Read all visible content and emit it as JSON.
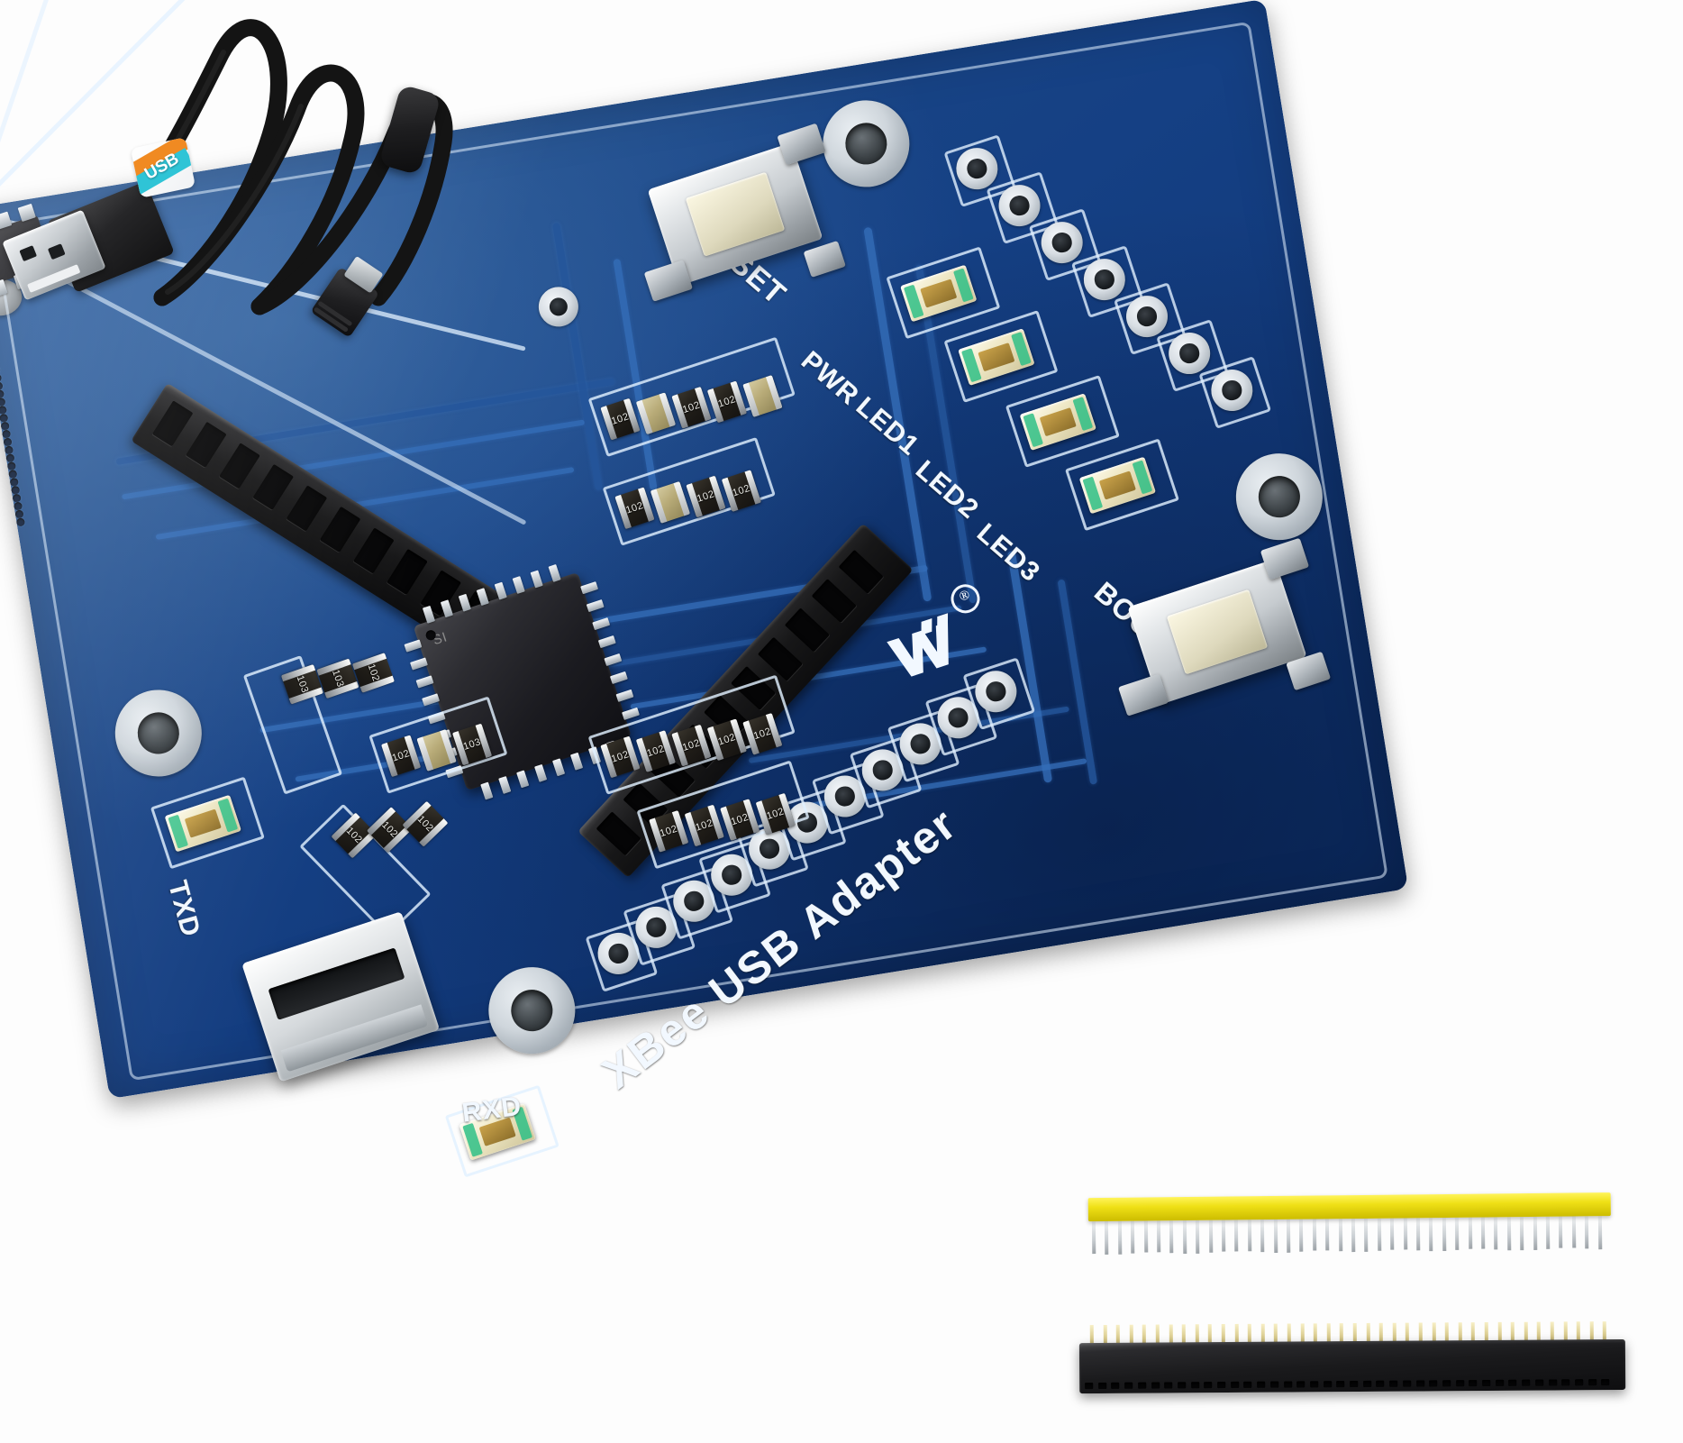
{
  "scene": {
    "subject": "XBee USB Adapter board with USB cable and pin header strips",
    "background_color": "#ffffff"
  },
  "board": {
    "name": "XBee USB Adapter",
    "title_silkscreen": "XBee USB Adapter",
    "pcb_color": "#174084",
    "silkscreen_color": "#f2f8ff",
    "brand": {
      "logo_name": "waveshare-logo",
      "registered_mark": "®"
    },
    "labels": {
      "reset": "RESET",
      "boot": "BOOT",
      "pwr": "PWR",
      "led1": "LED1",
      "led2": "LED2",
      "led3": "LED3",
      "txd": "TXD",
      "rxd": "RXD"
    },
    "buttons": [
      {
        "name": "reset-button",
        "label": "RESET"
      },
      {
        "name": "boot-button",
        "label": "BOOT"
      }
    ],
    "indicator_leds": [
      {
        "name": "pwr-led",
        "label": "PWR"
      },
      {
        "name": "led1-indicator",
        "label": "LED1"
      },
      {
        "name": "led2-indicator",
        "label": "LED2"
      },
      {
        "name": "led3-indicator",
        "label": "LED3"
      },
      {
        "name": "txd-led",
        "label": "TXD"
      },
      {
        "name": "rxd-led",
        "label": "RXD"
      }
    ],
    "connectors": {
      "micro_usb": "micro-usb-port",
      "socket_left_pins": 10,
      "socket_right_pins": 10,
      "breakout_pads_right": 7,
      "breakout_pads_bottom": 11
    },
    "mount_holes": 4,
    "ic": {
      "name": "qfn-microcontroller",
      "marking": "SI"
    },
    "resistor_markings": [
      "102",
      "102",
      "102",
      "102",
      "102",
      "102",
      "103",
      "103"
    ]
  },
  "accessories": {
    "usb_cable": {
      "name": "usb-cable",
      "connector_a": "USB-A",
      "connector_b": "micro-USB-B",
      "tag_text": "USB",
      "has_ferrite_core": true
    },
    "header_strips": [
      {
        "name": "male-pin-header-strip",
        "color": "#efe016",
        "pin_count": 40,
        "type": "male"
      },
      {
        "name": "female-pin-header-strip",
        "color": "#1a1a1c",
        "pin_count": 40,
        "type": "female"
      }
    ]
  }
}
